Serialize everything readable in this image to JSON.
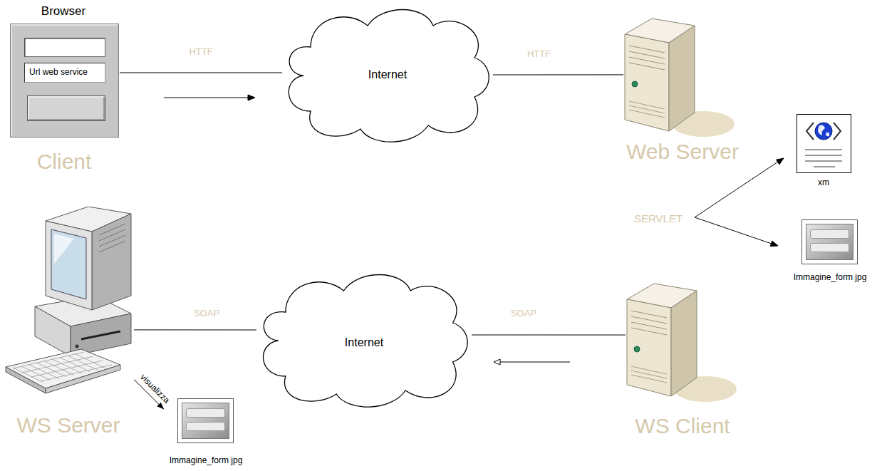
{
  "diagram": {
    "nodes": [
      {
        "text": [
          "Browser",
          "Client"
        ]
      },
      {
        "text": [
          "Url web service"
        ],
        "in": 0
      },
      {
        "text": [
          "Internet"
        ]
      },
      {
        "text": [
          "Web Server"
        ]
      },
      {
        "text": [
          "xm"
        ]
      },
      {
        "text": [
          "Immagine_form jpg"
        ]
      },
      {
        "text": [
          "WS Server"
        ]
      },
      {
        "text": [
          "Internet"
        ]
      },
      {
        "text": [
          "WS Client"
        ]
      },
      {
        "text": [
          "Immagine_form jpg"
        ]
      }
    ],
    "edges": [
      {
        "from": 0,
        "to": 2,
        "label": "HTTF",
        "arrow": "none"
      },
      {
        "from": 2,
        "to": 3,
        "label": "HTTF",
        "arrow": "none"
      },
      {
        "from": 6,
        "to": 7,
        "label": "SOAP",
        "arrow": "none"
      },
      {
        "from": 7,
        "to": 8,
        "label": "SOAP",
        "arrow": "none"
      },
      {
        "from": 6,
        "to": 9,
        "label": "visualizza",
        "arrow": "to"
      }
    ],
    "labels": [
      "SERVLET"
    ]
  }
}
